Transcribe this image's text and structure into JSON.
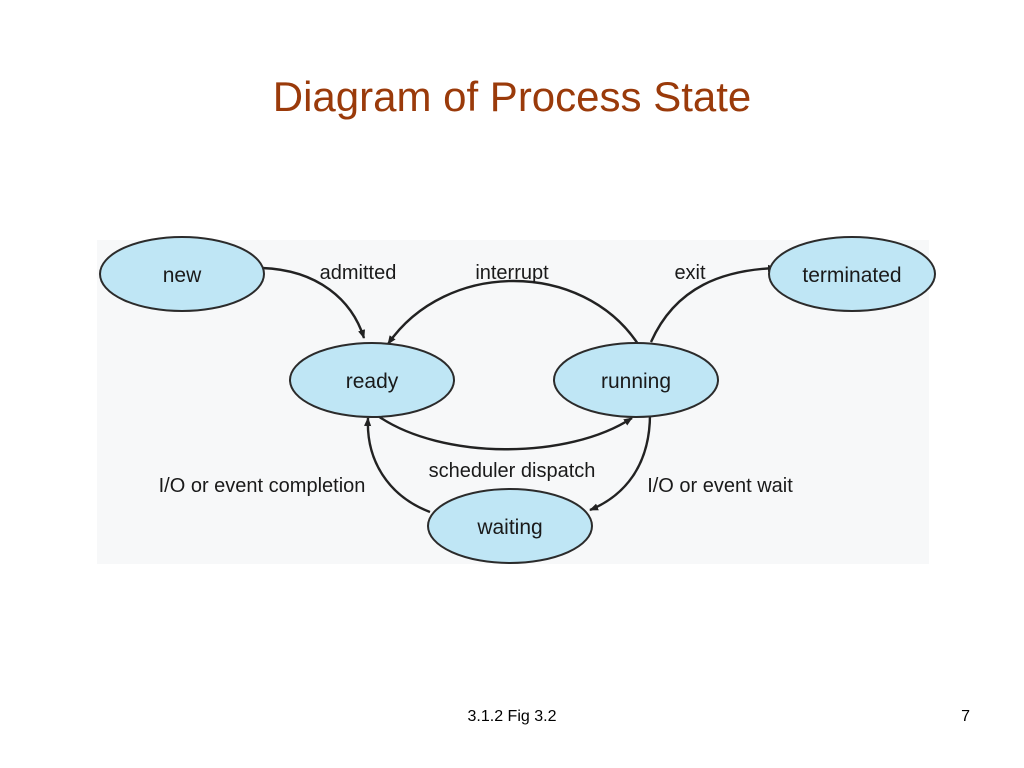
{
  "slide": {
    "title": "Diagram of Process State",
    "footer": "3.1.2 Fig 3.2",
    "page_number": "7"
  },
  "colors": {
    "title": "#9a3a0a",
    "state_fill": "#bfe6f5",
    "state_stroke": "#2b2b2b",
    "arrow": "#222222",
    "panel_background": "#f7f8f9"
  },
  "states": {
    "new": "new",
    "ready": "ready",
    "running": "running",
    "waiting": "waiting",
    "terminated": "terminated"
  },
  "transitions": {
    "admitted": "admitted",
    "interrupt": "interrupt",
    "exit": "exit",
    "scheduler_dispatch": "scheduler dispatch",
    "io_completion": "I/O or event completion",
    "io_wait": "I/O or event wait"
  }
}
